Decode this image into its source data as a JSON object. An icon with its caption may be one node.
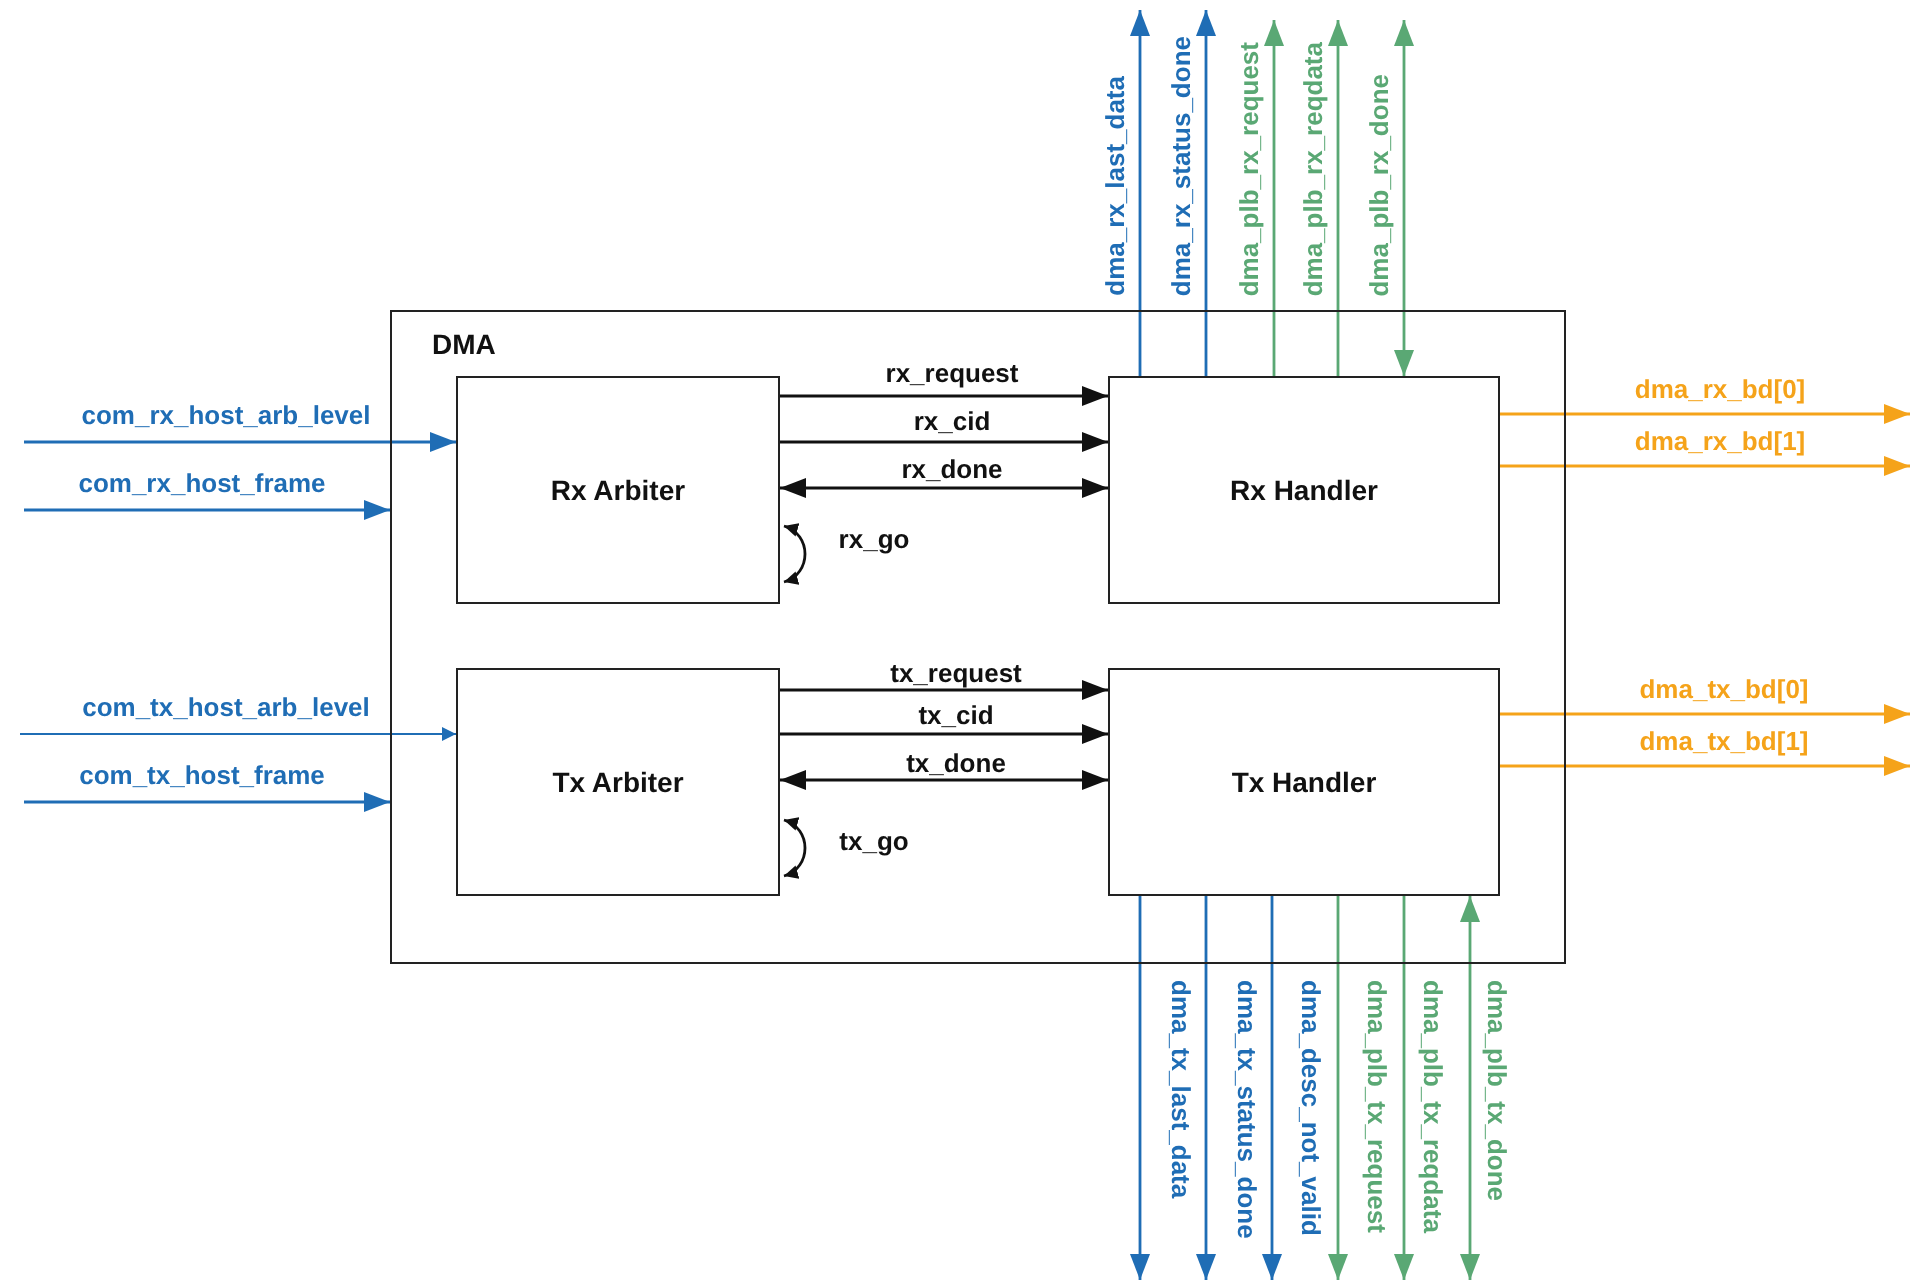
{
  "diagram": {
    "nodes": [
      {
        "text": [
          "DMA"
        ]
      },
      {
        "text": [
          "Rx Arbiter"
        ],
        "in": 0
      },
      {
        "text": [
          "Rx Handler"
        ],
        "in": 0
      },
      {
        "text": [
          "Tx Arbiter"
        ],
        "in": 0
      },
      {
        "text": [
          "Tx Handler"
        ],
        "in": 0
      }
    ],
    "edges": [
      {
        "from": null,
        "to": 1,
        "arrow": "to",
        "label": "com_rx_host_arb_level",
        "color": "#1f6db5"
      },
      {
        "from": null,
        "to": 0,
        "arrow": "to",
        "label": "com_rx_host_frame",
        "color": "#1f6db5"
      },
      {
        "from": null,
        "to": 3,
        "arrow": "to",
        "label": "com_tx_host_arb_level",
        "color": "#1f6db5"
      },
      {
        "from": null,
        "to": 0,
        "arrow": "to",
        "label": "com_tx_host_frame",
        "color": "#1f6db5"
      },
      {
        "from": 1,
        "to": 2,
        "arrow": "to",
        "label": "rx_request",
        "color": "#111111"
      },
      {
        "from": 1,
        "to": 2,
        "arrow": "to",
        "label": "rx_cid",
        "color": "#111111"
      },
      {
        "from": 1,
        "to": 2,
        "arrow": "both",
        "label": "rx_done",
        "color": "#111111"
      },
      {
        "from": 1,
        "to": 1,
        "arrow": "both",
        "label": "rx_go",
        "color": "#111111"
      },
      {
        "from": 3,
        "to": 4,
        "arrow": "to",
        "label": "tx_request",
        "color": "#111111"
      },
      {
        "from": 3,
        "to": 4,
        "arrow": "to",
        "label": "tx_cid",
        "color": "#111111"
      },
      {
        "from": 3,
        "to": 4,
        "arrow": "both",
        "label": "tx_done",
        "color": "#111111"
      },
      {
        "from": 3,
        "to": 3,
        "arrow": "both",
        "label": "tx_go",
        "color": "#111111"
      },
      {
        "from": 2,
        "to": null,
        "arrow": "to",
        "label": "dma_rx_last_data",
        "color": "#1f6db5"
      },
      {
        "from": 2,
        "to": null,
        "arrow": "to",
        "label": "dma_rx_status_done",
        "color": "#1f6db5"
      },
      {
        "from": 2,
        "to": null,
        "arrow": "to",
        "label": "dma_plb_rx_request",
        "color": "#5aa874"
      },
      {
        "from": 2,
        "to": null,
        "arrow": "to",
        "label": "dma_plb_rx_reqdata",
        "color": "#5aa874"
      },
      {
        "from": 2,
        "to": null,
        "arrow": "both",
        "label": "dma_plb_rx_done",
        "color": "#5aa874"
      },
      {
        "from": 2,
        "to": null,
        "arrow": "to",
        "label": "dma_rx_bd[0]",
        "color": "#f5a31a"
      },
      {
        "from": 2,
        "to": null,
        "arrow": "to",
        "label": "dma_rx_bd[1]",
        "color": "#f5a31a"
      },
      {
        "from": 4,
        "to": null,
        "arrow": "to",
        "label": "dma_tx_bd[0]",
        "color": "#f5a31a"
      },
      {
        "from": 4,
        "to": null,
        "arrow": "to",
        "label": "dma_tx_bd[1]",
        "color": "#f5a31a"
      },
      {
        "from": 4,
        "to": null,
        "arrow": "to",
        "label": "dma_tx_last_data",
        "color": "#1f6db5"
      },
      {
        "from": 4,
        "to": null,
        "arrow": "to",
        "label": "dma_tx_status_done",
        "color": "#1f6db5"
      },
      {
        "from": 4,
        "to": null,
        "arrow": "to",
        "label": "dma_desc_not_valid",
        "color": "#1f6db5"
      },
      {
        "from": 4,
        "to": null,
        "arrow": "to",
        "label": "dma_plb_tx_request",
        "color": "#5aa874"
      },
      {
        "from": 4,
        "to": null,
        "arrow": "to",
        "label": "dma_plb_tx_reqdata",
        "color": "#5aa874"
      },
      {
        "from": 4,
        "to": null,
        "arrow": "both",
        "label": "dma_plb_tx_done",
        "color": "#5aa874"
      }
    ]
  }
}
